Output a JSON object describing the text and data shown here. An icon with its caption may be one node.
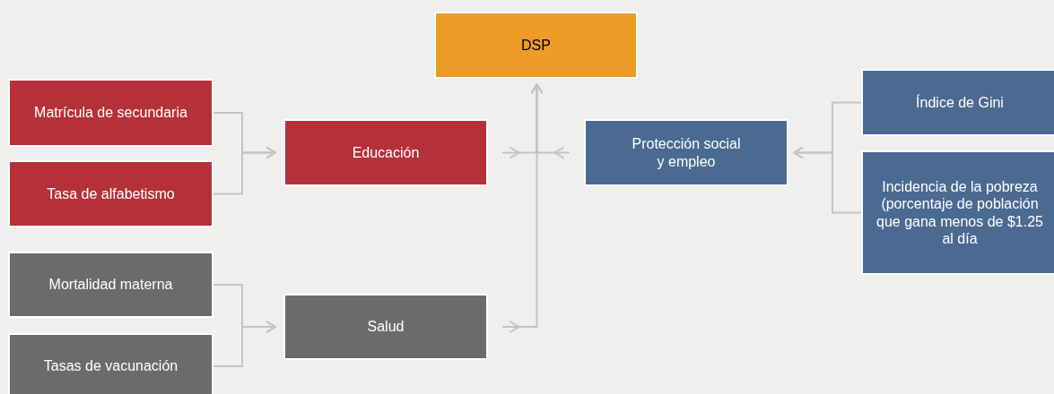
{
  "diagram": {
    "nodes": [
      {
        "text": [
          "DSP"
        ]
      },
      {
        "text": [
          "Matrícula de secundaria"
        ]
      },
      {
        "text": [
          "Tasa de alfabetismo"
        ]
      },
      {
        "text": [
          "Educación"
        ]
      },
      {
        "text": [
          "Protección social y empleo"
        ]
      },
      {
        "text": [
          "Índice de Gini"
        ]
      },
      {
        "text": [
          "Incidencia de la pobreza (porcentaje de población que gana menos de $1.25 al día"
        ]
      },
      {
        "text": [
          "Mortalidad materna"
        ]
      },
      {
        "text": [
          "Tasas de vacunación"
        ]
      },
      {
        "text": [
          "Salud"
        ]
      }
    ],
    "edges": [
      {
        "from": 1,
        "to": 3,
        "arrow": "to"
      },
      {
        "from": 2,
        "to": 3,
        "arrow": "to"
      },
      {
        "from": 7,
        "to": 9,
        "arrow": "to"
      },
      {
        "from": 8,
        "to": 9,
        "arrow": "to"
      },
      {
        "from": 5,
        "to": 4,
        "arrow": "to"
      },
      {
        "from": 6,
        "to": 4,
        "arrow": "to"
      },
      {
        "from": 3,
        "to": 0,
        "arrow": "to"
      },
      {
        "from": 9,
        "to": 0,
        "arrow": "to"
      },
      {
        "from": 4,
        "to": 0,
        "arrow": "to"
      }
    ]
  }
}
